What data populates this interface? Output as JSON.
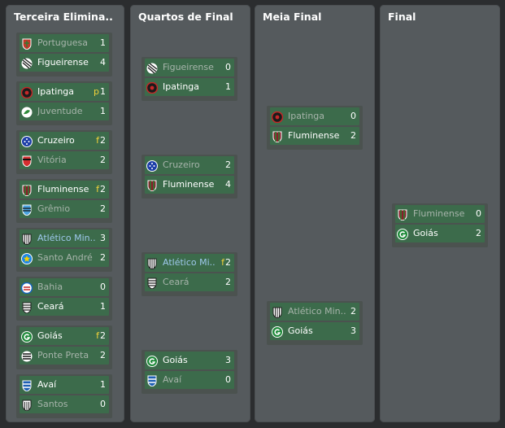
{
  "columns": [
    {
      "title": "Terceira Elimina..",
      "matches": [
        {
          "teams": [
            {
              "name": "Portuguesa",
              "score": "1",
              "status": "lose",
              "crest": "portuguesa-crest"
            },
            {
              "name": "Figueirense",
              "score": "4",
              "status": "win",
              "crest": "figueirense-crest"
            }
          ]
        },
        {
          "teams": [
            {
              "name": "Ipatinga",
              "score": "1",
              "flag": "p",
              "status": "win",
              "crest": "ipatinga-crest"
            },
            {
              "name": "Juventude",
              "score": "1",
              "status": "lose",
              "crest": "juventude-crest"
            }
          ]
        },
        {
          "teams": [
            {
              "name": "Cruzeiro",
              "score": "2",
              "flag": "f",
              "status": "win",
              "crest": "cruzeiro-crest"
            },
            {
              "name": "Vitória",
              "score": "2",
              "status": "lose",
              "crest": "vitoria-crest"
            }
          ]
        },
        {
          "teams": [
            {
              "name": "Fluminense",
              "score": "2",
              "flag": "f",
              "status": "win",
              "crest": "fluminense-crest"
            },
            {
              "name": "Grêmio",
              "score": "2",
              "status": "lose",
              "crest": "gremio-crest"
            }
          ]
        },
        {
          "teams": [
            {
              "name": "Atlético Min..",
              "score": "3",
              "status": "link",
              "crest": "atletico-mineiro-crest"
            },
            {
              "name": "Santo André",
              "score": "2",
              "status": "lose",
              "crest": "santo-andre-crest"
            }
          ]
        },
        {
          "teams": [
            {
              "name": "Bahia",
              "score": "0",
              "status": "lose",
              "crest": "bahia-crest"
            },
            {
              "name": "Ceará",
              "score": "1",
              "status": "win",
              "crest": "ceara-crest"
            }
          ]
        },
        {
          "teams": [
            {
              "name": "Goiás",
              "score": "2",
              "flag": "f",
              "status": "win",
              "crest": "goias-crest"
            },
            {
              "name": "Ponte Preta",
              "score": "2",
              "status": "lose",
              "crest": "ponte-preta-crest"
            }
          ]
        },
        {
          "teams": [
            {
              "name": "Avaí",
              "score": "1",
              "status": "win",
              "crest": "avai-crest"
            },
            {
              "name": "Santos",
              "score": "0",
              "status": "lose",
              "crest": "santos-crest"
            }
          ]
        }
      ]
    },
    {
      "title": "Quartos de Final",
      "matches": [
        {
          "teams": [
            {
              "name": "Figueirense",
              "score": "0",
              "status": "lose",
              "crest": "figueirense-crest"
            },
            {
              "name": "Ipatinga",
              "score": "1",
              "status": "win",
              "crest": "ipatinga-crest"
            }
          ]
        },
        {
          "teams": [
            {
              "name": "Cruzeiro",
              "score": "2",
              "status": "lose",
              "crest": "cruzeiro-crest"
            },
            {
              "name": "Fluminense",
              "score": "4",
              "status": "win",
              "crest": "fluminense-crest"
            }
          ]
        },
        {
          "teams": [
            {
              "name": "Atlético Mi..",
              "score": "2",
              "flag": "f",
              "status": "link",
              "crest": "atletico-mineiro-crest"
            },
            {
              "name": "Ceará",
              "score": "2",
              "status": "lose",
              "crest": "ceara-crest"
            }
          ]
        },
        {
          "teams": [
            {
              "name": "Goiás",
              "score": "3",
              "status": "win",
              "crest": "goias-crest"
            },
            {
              "name": "Avaí",
              "score": "0",
              "status": "lose",
              "crest": "avai-crest"
            }
          ]
        }
      ]
    },
    {
      "title": "Meia Final",
      "matches": [
        {
          "teams": [
            {
              "name": "Ipatinga",
              "score": "0",
              "status": "lose",
              "crest": "ipatinga-crest"
            },
            {
              "name": "Fluminense",
              "score": "2",
              "status": "win",
              "crest": "fluminense-crest"
            }
          ]
        },
        {
          "teams": [
            {
              "name": "Atlético Min..",
              "score": "2",
              "status": "lose",
              "crest": "atletico-mineiro-crest"
            },
            {
              "name": "Goiás",
              "score": "3",
              "status": "win",
              "crest": "goias-crest"
            }
          ]
        }
      ]
    },
    {
      "title": "Final",
      "matches": [
        {
          "teams": [
            {
              "name": "Fluminense",
              "score": "0",
              "status": "lose",
              "crest": "fluminense-crest"
            },
            {
              "name": "Goiás",
              "score": "2",
              "status": "win",
              "crest": "goias-crest"
            }
          ]
        }
      ]
    }
  ],
  "colors": {
    "panel": "#555a5d",
    "row": "#3c6b4b",
    "win_text": "#ffffff",
    "lose_text": "#a7b4ab",
    "link_text": "#9ec8ec",
    "flag_text": "#f2d23a"
  }
}
